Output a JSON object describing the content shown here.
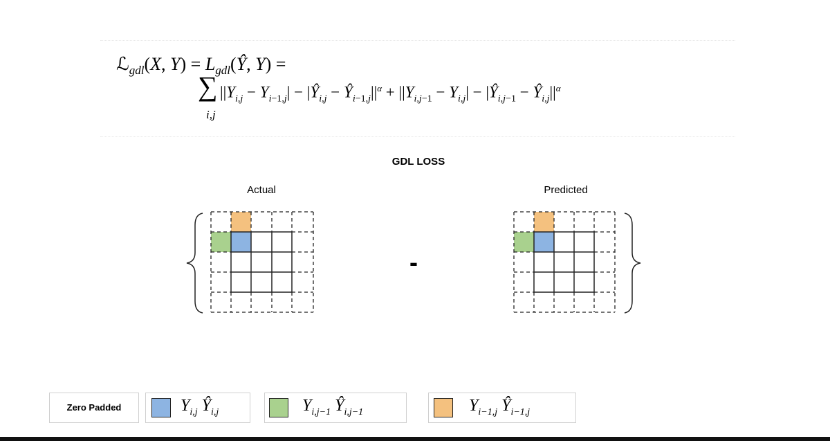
{
  "formula": {
    "line1": "ℒgdl(X, Y) = Lgdl(Ŷ, Y) =",
    "sum_symbol": "∑",
    "sum_sub": "i,j",
    "line2": "||Y_{i,j} − Y_{i−1,j}| − |Ŷ_{i,j} − Ŷ_{i−1,j}||^α + ||Y_{i,j−1} − Y_{i,j}| − |Ŷ_{i,j−1} − Ŷ_{i,j}||^α"
  },
  "title": "GDL LOSS",
  "labels": {
    "actual": "Actual",
    "predicted": "Predicted"
  },
  "operator": "-",
  "legend": {
    "zero_padded": "Zero Padded",
    "items": [
      {
        "label": "Y_{i,j} Ŷ_{i,j}",
        "color": "#8db4e2"
      },
      {
        "label": "Y_{i,j−1} Ŷ_{i,j−1}",
        "color": "#a9d18e"
      },
      {
        "label": "Y_{i−1,j} Ŷ_{i−1,j}",
        "color": "#f4c17f"
      }
    ]
  },
  "colors": {
    "blue": "#8db4e2",
    "green": "#a9d18e",
    "orange": "#f4c17f"
  }
}
